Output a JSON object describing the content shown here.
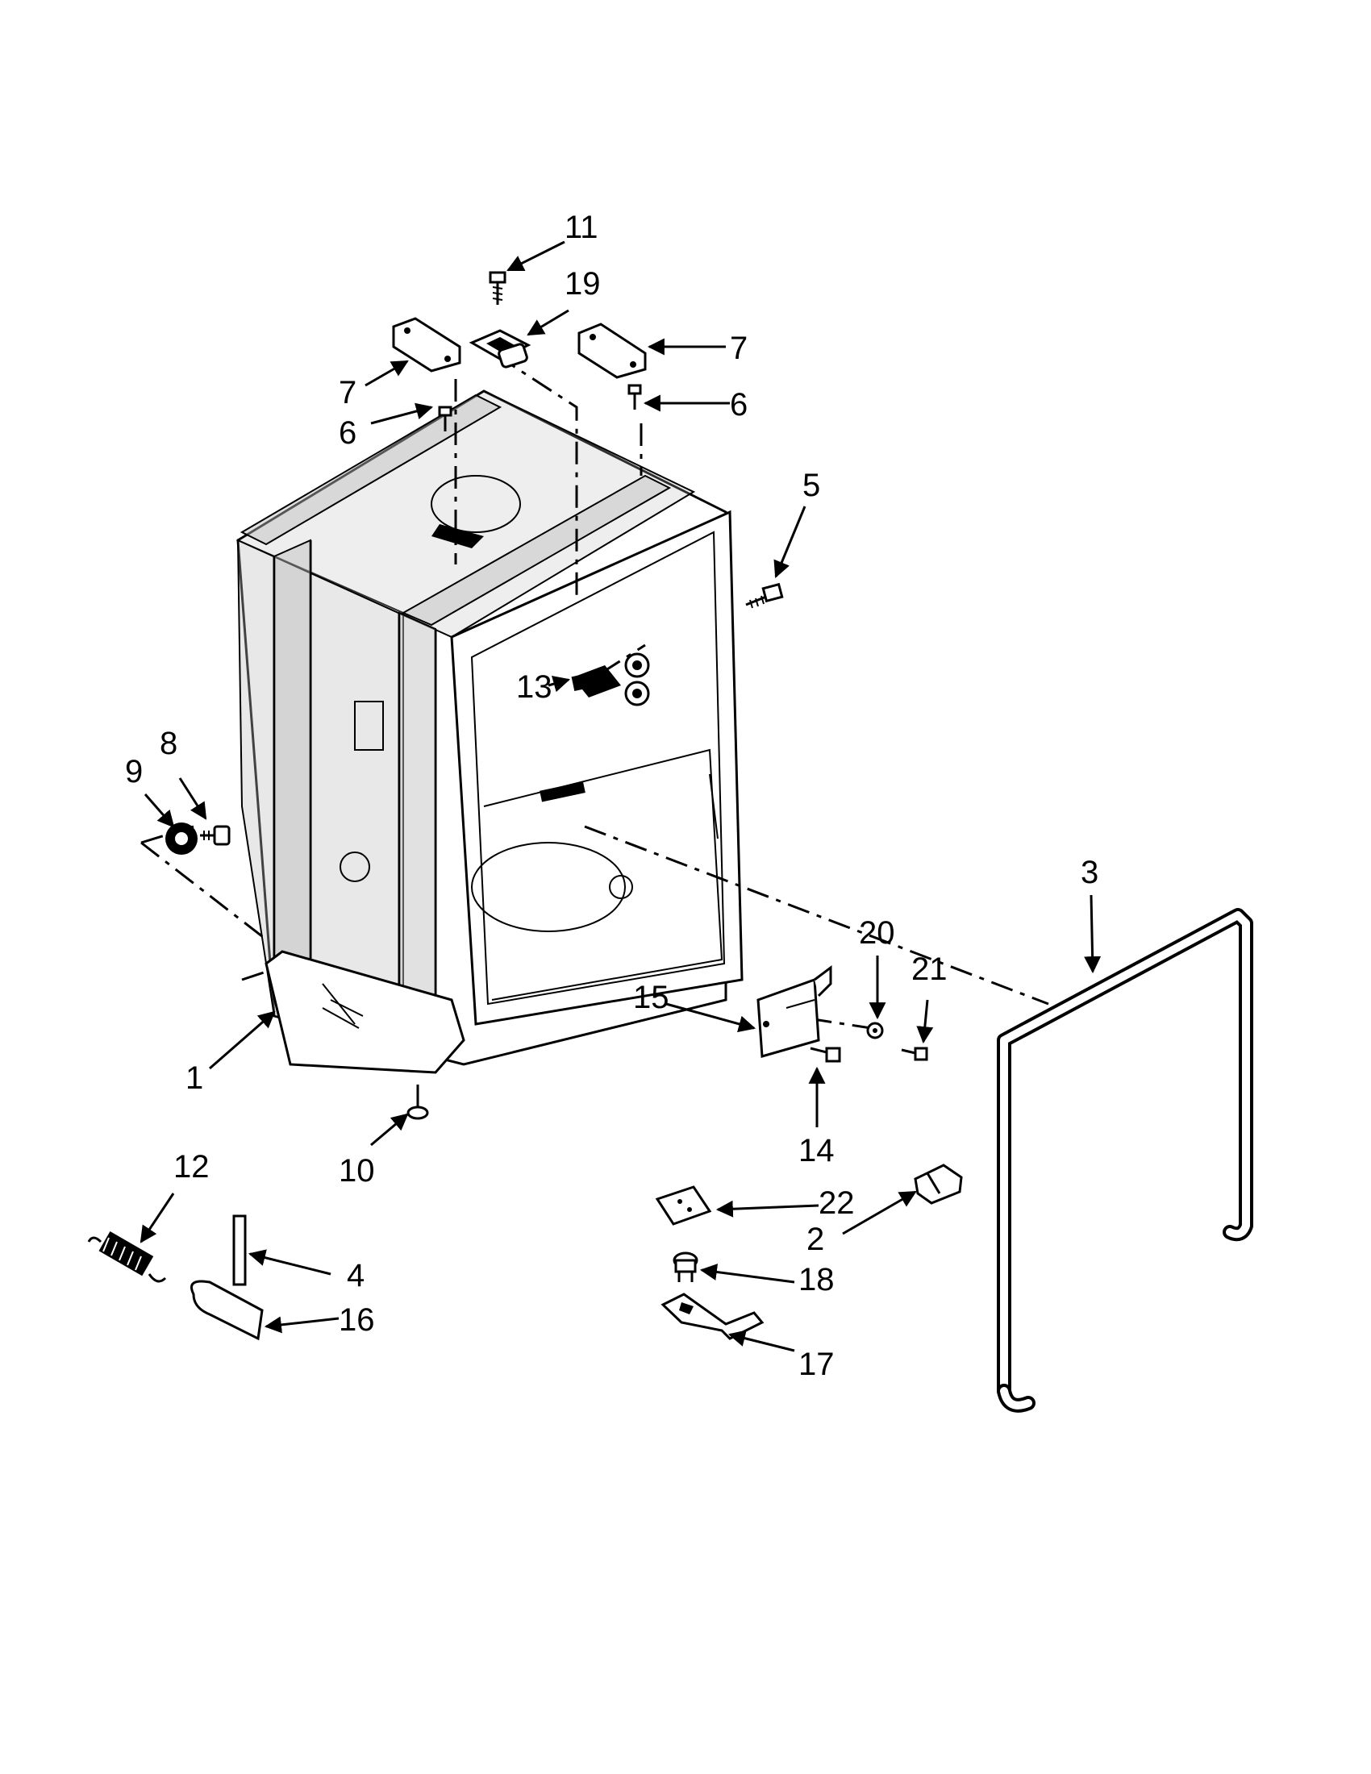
{
  "callouts": {
    "c1": "1",
    "c2": "2",
    "c3": "3",
    "c4": "4",
    "c5": "5",
    "c6a": "6",
    "c6b": "6",
    "c7a": "7",
    "c7b": "7",
    "c8": "8",
    "c9": "9",
    "c10": "10",
    "c11": "11",
    "c12": "12",
    "c13": "13",
    "c14": "14",
    "c15": "15",
    "c16": "16",
    "c17": "17",
    "c18": "18",
    "c19": "19",
    "c20": "20",
    "c21": "21",
    "c22": "22"
  }
}
